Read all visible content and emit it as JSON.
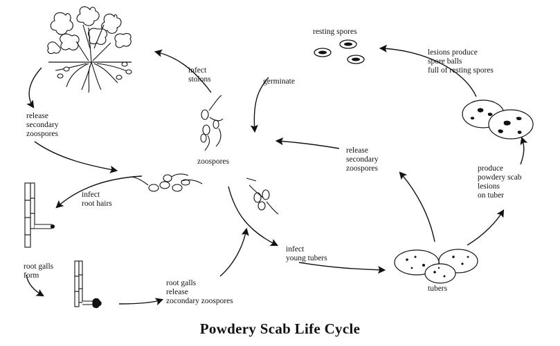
{
  "title": "Powdery Scab Life Cycle",
  "labels": {
    "resting_spores": "resting spores",
    "lesions_produce": "lesions produce\nspore balls\nfull of resting spores",
    "germinate": "germinate",
    "infect_stolons": "infect\nstolons",
    "release_secondary_left": "release\nsecondary\nzoospores",
    "zoospores": "zoospores",
    "release_secondary_right": "release\nsecondary\nzoospores",
    "produce_lesions": "produce\npowdery scab\nlesions\non tuber",
    "infect_root_hairs": "infect\nroot hairs",
    "root_galls_form": "root galls\nform",
    "infect_young_tubers": "infect\nyoung tubers",
    "tubers": "tubers",
    "root_galls_release": "root galls\nrelease\nzocondary zoospores"
  }
}
